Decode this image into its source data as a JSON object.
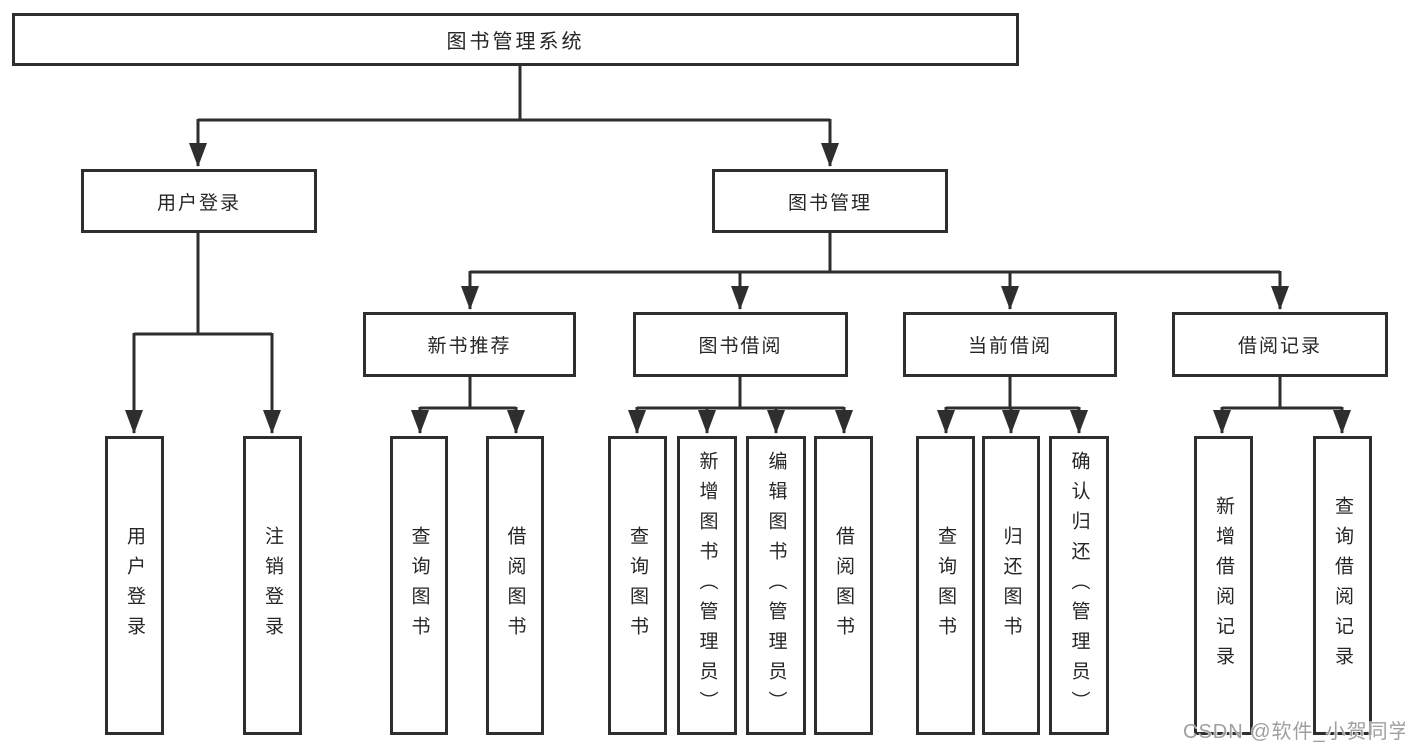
{
  "nodes": {
    "root": "图书管理系统",
    "user_login": "用户登录",
    "book_mgmt": "图书管理",
    "new_books": "新书推荐",
    "book_borrow": "图书借阅",
    "current_borrow": "当前借阅",
    "borrow_records": "借阅记录",
    "leaves": {
      "user_login": [
        "用户登录",
        "注销登录"
      ],
      "new_books": [
        "查询图书",
        "借阅图书"
      ],
      "book_borrow": [
        "查询图书",
        "新增图书（管理员）",
        "编辑图书（管理员）",
        "借阅图书"
      ],
      "current_borrow": [
        "查询图书",
        "归还图书",
        "确认归还（管理员）"
      ],
      "borrow_records": [
        "新增借阅记录",
        "查询借阅记录"
      ]
    }
  },
  "watermark": "CSDN @软件_小贺同学",
  "colors": {
    "line": "#2e2e2e",
    "text": "#262626",
    "background": "#ffffff",
    "watermark": "#9f9f9f"
  }
}
